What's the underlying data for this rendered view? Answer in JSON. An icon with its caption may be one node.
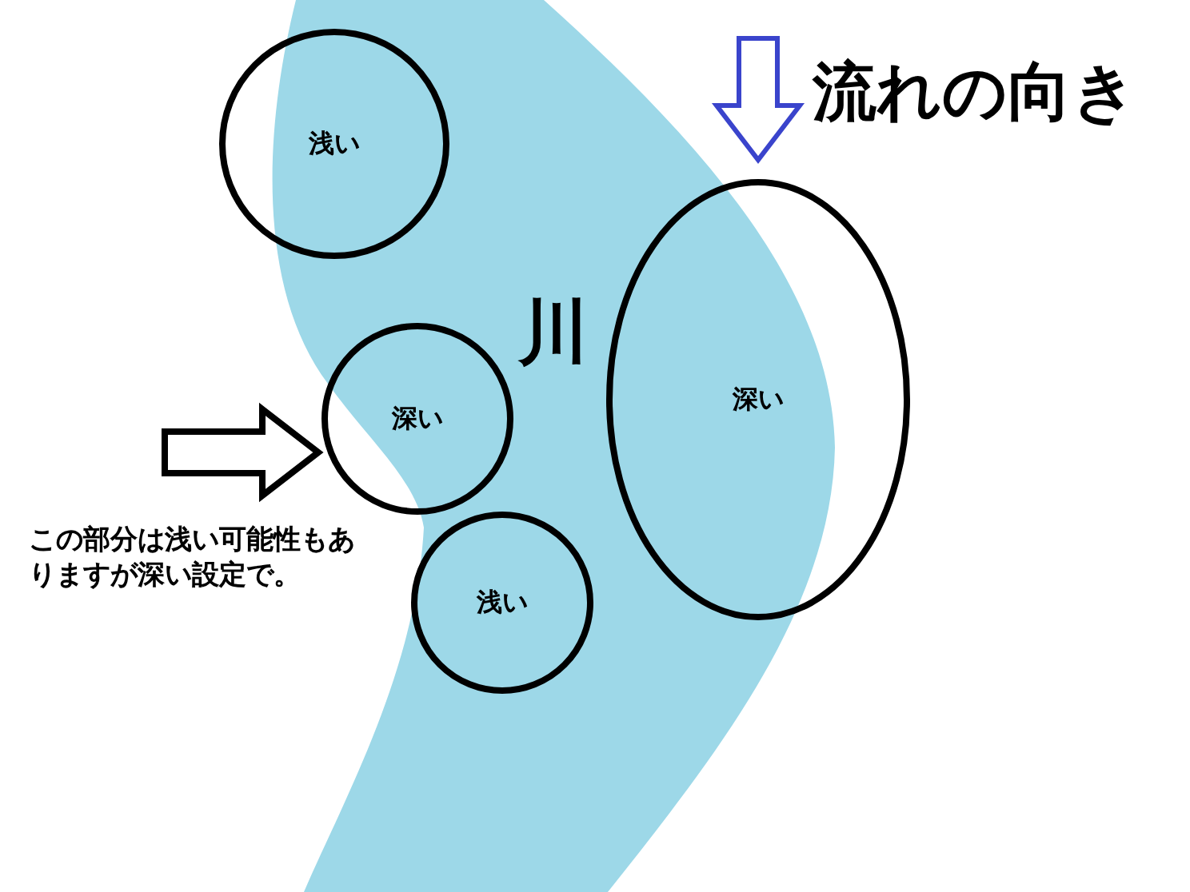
{
  "diagram": {
    "nodes": [
      {
        "text": [
          "浅い"
        ]
      },
      {
        "text": [
          "深い"
        ]
      },
      {
        "text": [
          "深い"
        ]
      },
      {
        "text": [
          "浅い"
        ]
      }
    ],
    "edges": [
      {
        "from": null,
        "to": 1,
        "arrow": "to"
      }
    ],
    "labels": [
      "流れの向き",
      "川",
      "この部分は浅い可能性もありますが深い設定で。"
    ]
  }
}
